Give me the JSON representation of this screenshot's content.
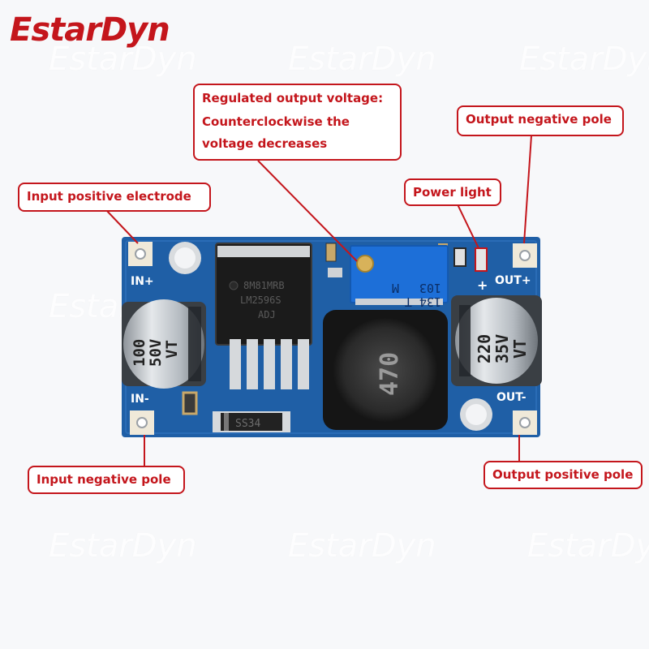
{
  "brand": "EstarDyn",
  "watermark_text": "EstarDyn",
  "callouts": {
    "regulated": [
      "Regulated output voltage:",
      "Counterclockwise the",
      "voltage decreases"
    ],
    "out_neg": "Output negative pole",
    "in_pos": "Input positive electrode",
    "power_light": "Power light",
    "in_neg": "Input negative pole",
    "out_pos": "Output positive pole"
  },
  "board": {
    "pin_in_plus": "IN+",
    "pin_in_minus": "IN-",
    "pin_out_plus": "OUT+",
    "pin_out_minus": "OUT-",
    "plus_mark": "+",
    "cap_in": [
      "100",
      "50V",
      "VT"
    ],
    "cap_out": [
      "220",
      "35V",
      "VT"
    ],
    "chip": [
      "8M81MRB",
      "LM2596S",
      "ADJ"
    ],
    "inductor": "470",
    "pot": [
      "103",
      "134 T",
      "M"
    ],
    "diode": "SS34"
  },
  "colors": {
    "pcb": "#1f5fa6",
    "pcb_dark": "#174d8a",
    "accent_red": "#c4161c",
    "pad": "#efe9d9",
    "cap": "#c9cdd1",
    "trimmer": "#1d6fd8"
  }
}
